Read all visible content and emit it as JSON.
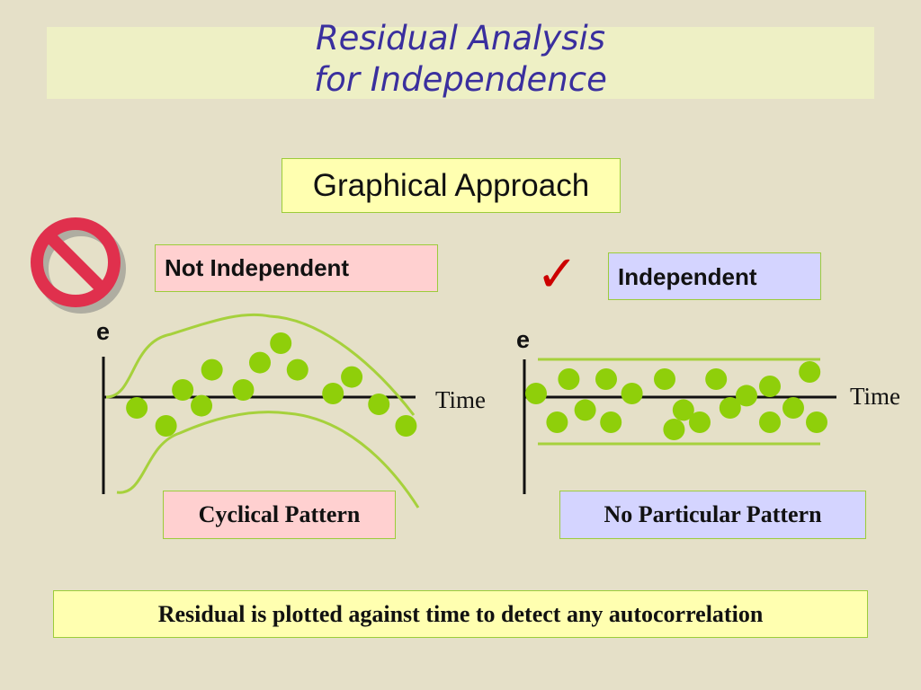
{
  "title": {
    "line1": "Residual Analysis",
    "line2": "for Independence"
  },
  "approach_label": "Graphical Approach",
  "left_panel": {
    "status_label": "Not Independent",
    "status_icon": "prohibited-icon",
    "y_axis_label": "e",
    "x_axis_label": "Time",
    "pattern_label": "Cyclical Pattern",
    "points": [
      [
        0.16,
        -0.15
      ],
      [
        0.3,
        -0.4
      ],
      [
        0.38,
        0.1
      ],
      [
        0.47,
        -0.12
      ],
      [
        0.52,
        0.38
      ],
      [
        0.67,
        0.1
      ],
      [
        0.75,
        0.48
      ],
      [
        0.85,
        0.75
      ],
      [
        0.93,
        0.38
      ],
      [
        1.1,
        0.05
      ],
      [
        1.19,
        0.28
      ],
      [
        1.32,
        -0.1
      ],
      [
        1.45,
        -0.4
      ]
    ]
  },
  "right_panel": {
    "status_label": "Independent",
    "status_icon": "checkmark-icon",
    "y_axis_label": "e",
    "x_axis_label": "Time",
    "pattern_label": "No Particular Pattern",
    "points": [
      [
        0.05,
        0.05
      ],
      [
        0.14,
        -0.35
      ],
      [
        0.19,
        0.25
      ],
      [
        0.26,
        -0.18
      ],
      [
        0.35,
        0.25
      ],
      [
        0.37,
        -0.35
      ],
      [
        0.46,
        0.05
      ],
      [
        0.6,
        0.25
      ],
      [
        0.64,
        -0.45
      ],
      [
        0.68,
        -0.18
      ],
      [
        0.75,
        -0.35
      ],
      [
        0.82,
        0.25
      ],
      [
        0.88,
        -0.15
      ],
      [
        0.95,
        0.02
      ],
      [
        1.05,
        0.15
      ],
      [
        1.05,
        -0.35
      ],
      [
        1.15,
        -0.15
      ],
      [
        1.22,
        0.35
      ],
      [
        1.25,
        -0.35
      ]
    ]
  },
  "footer_text": "Residual is plotted against time to detect any autocorrelation",
  "colors": {
    "background": "#e5e0c8",
    "title_band": "#eef0c5",
    "title_text": "#3a2f9e",
    "points": "#8fcf0a",
    "envelope": "#a6d13c",
    "prohibited": "#e0304d",
    "check": "#cc0000"
  }
}
